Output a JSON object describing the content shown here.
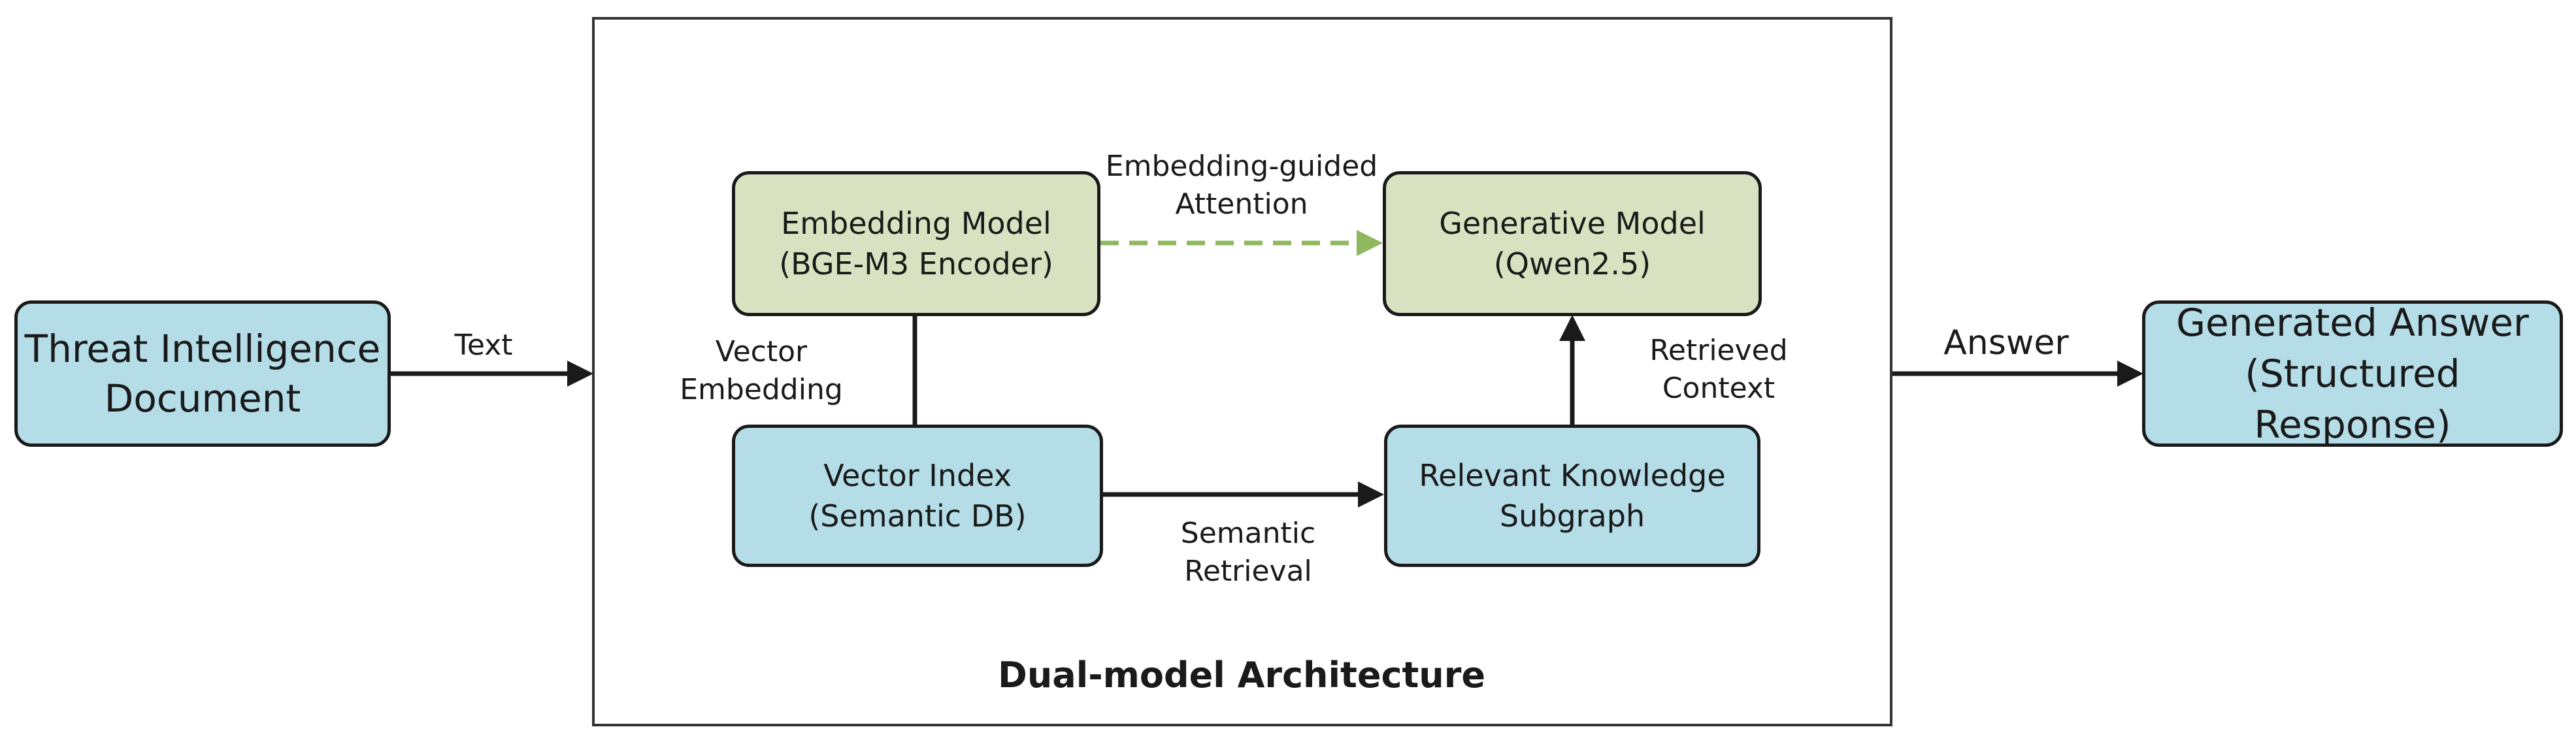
{
  "nodes": {
    "threat_doc": [
      "Threat Intelligence",
      "Document"
    ],
    "embedding_model": [
      "Embedding Model",
      "(BGE-M3 Encoder)"
    ],
    "generative_model": [
      "Generative Model",
      "(Qwen2.5)"
    ],
    "vector_index": [
      "Vector Index",
      "(Semantic DB)"
    ],
    "knowledge_subgraph": [
      "Relevant Knowledge",
      "Subgraph"
    ],
    "generated_answer": [
      "Generated Answer",
      "(Structured",
      "Response)"
    ]
  },
  "edges": {
    "text": "Text",
    "embedding_guided_attention": [
      "Embedding-guided",
      "Attention"
    ],
    "vector_embedding": [
      "Vector",
      "Embedding"
    ],
    "semantic_retrieval": [
      "Semantic",
      "Retrieval"
    ],
    "retrieved_context": [
      "Retrieved",
      "Context"
    ],
    "answer": "Answer"
  },
  "frame_title": "Dual-model Architecture",
  "colors": {
    "blue_node": "#b4dde8",
    "green_node": "#d8e2c0",
    "dashed_arrow": "#8fb75e",
    "line": "#1a1a1a"
  }
}
